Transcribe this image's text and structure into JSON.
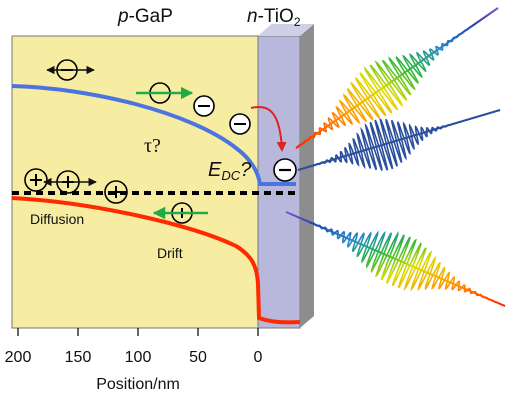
{
  "regions": {
    "left": {
      "label_italic": "p",
      "label_rest": "-GaP"
    },
    "right": {
      "label_italic": "n",
      "label_rest": "-TiO",
      "label_sub": "2"
    }
  },
  "annotations": {
    "lifetime": "τ?",
    "field_main": "E",
    "field_sub": "DC",
    "field_suffix": "?",
    "diffusion": "Diffusion",
    "drift": "Drift"
  },
  "axis": {
    "ticks": [
      "200",
      "150",
      "100",
      "50",
      "0"
    ],
    "label": "Position/nm"
  },
  "carriers": {
    "electron_symbol": "−",
    "hole_symbol": "+"
  },
  "colors": {
    "gap_fill": "#f6eca2",
    "tio2_fill": "#b8b8dc",
    "conduction_band": "#4c74e0",
    "valence_band": "#ff2a00",
    "drift_arrow": "#22aa44",
    "transfer_arrow": "#dd2222"
  }
}
